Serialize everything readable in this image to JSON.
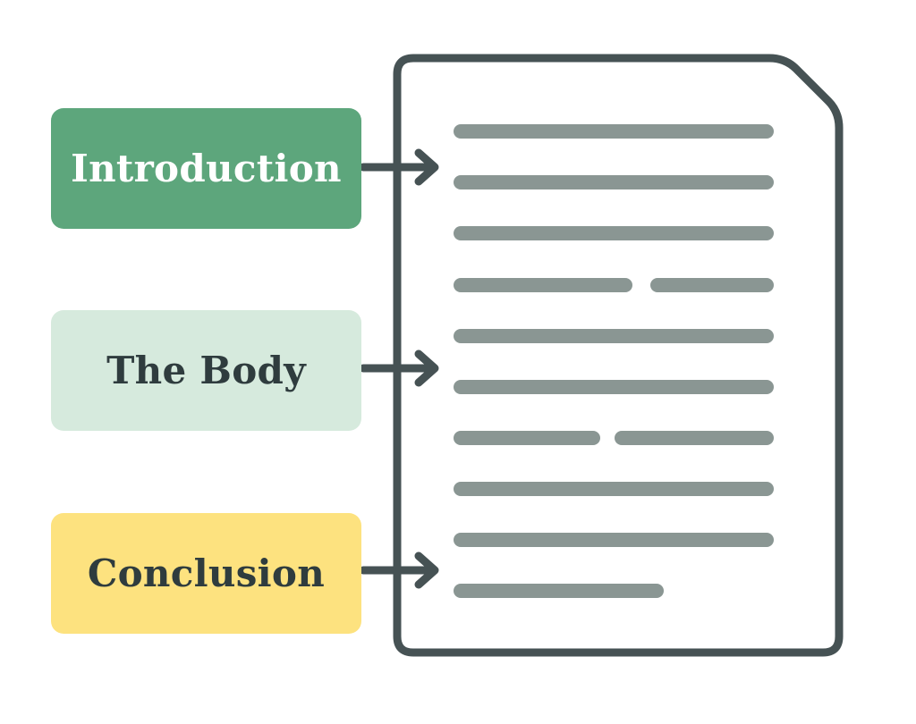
{
  "sections": [
    {
      "label": "Introduction",
      "fill": "#5da67c",
      "text_color": "#ffffff"
    },
    {
      "label": "The Body",
      "fill": "#d6eadd",
      "text_color": "#2f3c3e"
    },
    {
      "label": "Conclusion",
      "fill": "#fde27f",
      "text_color": "#2f3c3e"
    }
  ],
  "colors": {
    "outline": "#465254",
    "text_line": "#8a9693",
    "page_fill": "#ffffff"
  },
  "document_icon": "document-icon",
  "arrow_icon": "arrow-right-icon"
}
